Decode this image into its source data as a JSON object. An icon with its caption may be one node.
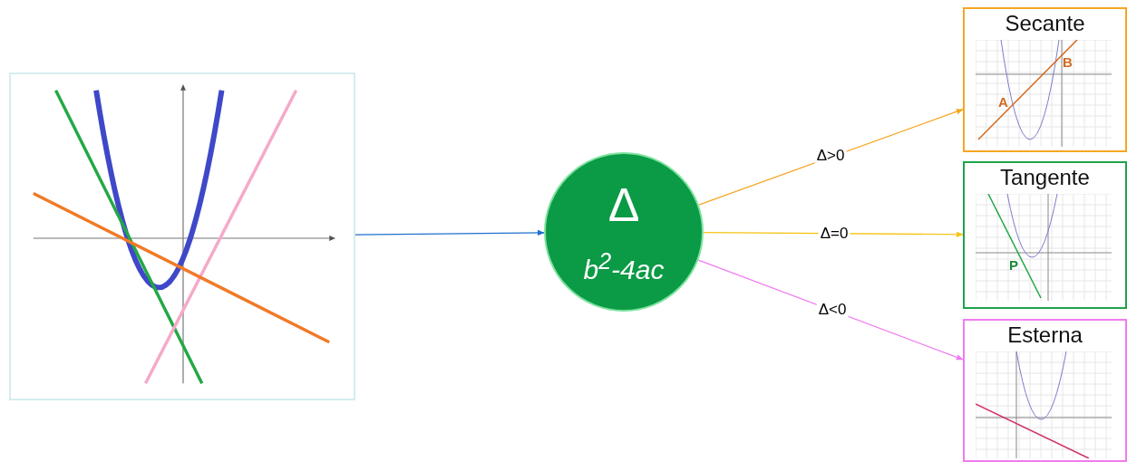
{
  "diagram": {
    "nodes": [
      {
        "text": [],
        "shape": "picture"
      },
      {
        "text": [
          "Δ",
          "*b$^{2}$-4ac*"
        ]
      },
      {
        "text": [
          "Secante"
        ]
      },
      {
        "text": [
          "Tangente"
        ]
      },
      {
        "text": [
          "Esterna"
        ]
      }
    ],
    "edges": [
      {
        "from": 0,
        "to": 1,
        "arrow": "to",
        "color": "#1f6fd0"
      },
      {
        "from": 1,
        "to": 2,
        "arrow": "to",
        "label": "Δ>0",
        "color": "#f5a623"
      },
      {
        "from": 1,
        "to": 3,
        "arrow": "to",
        "label": "Δ=0",
        "color": "#f5c518"
      },
      {
        "from": 1,
        "to": 4,
        "arrow": "to",
        "label": "Δ<0",
        "color": "#f07cf0"
      }
    ],
    "labels": [
      "B",
      "A",
      "P"
    ]
  }
}
